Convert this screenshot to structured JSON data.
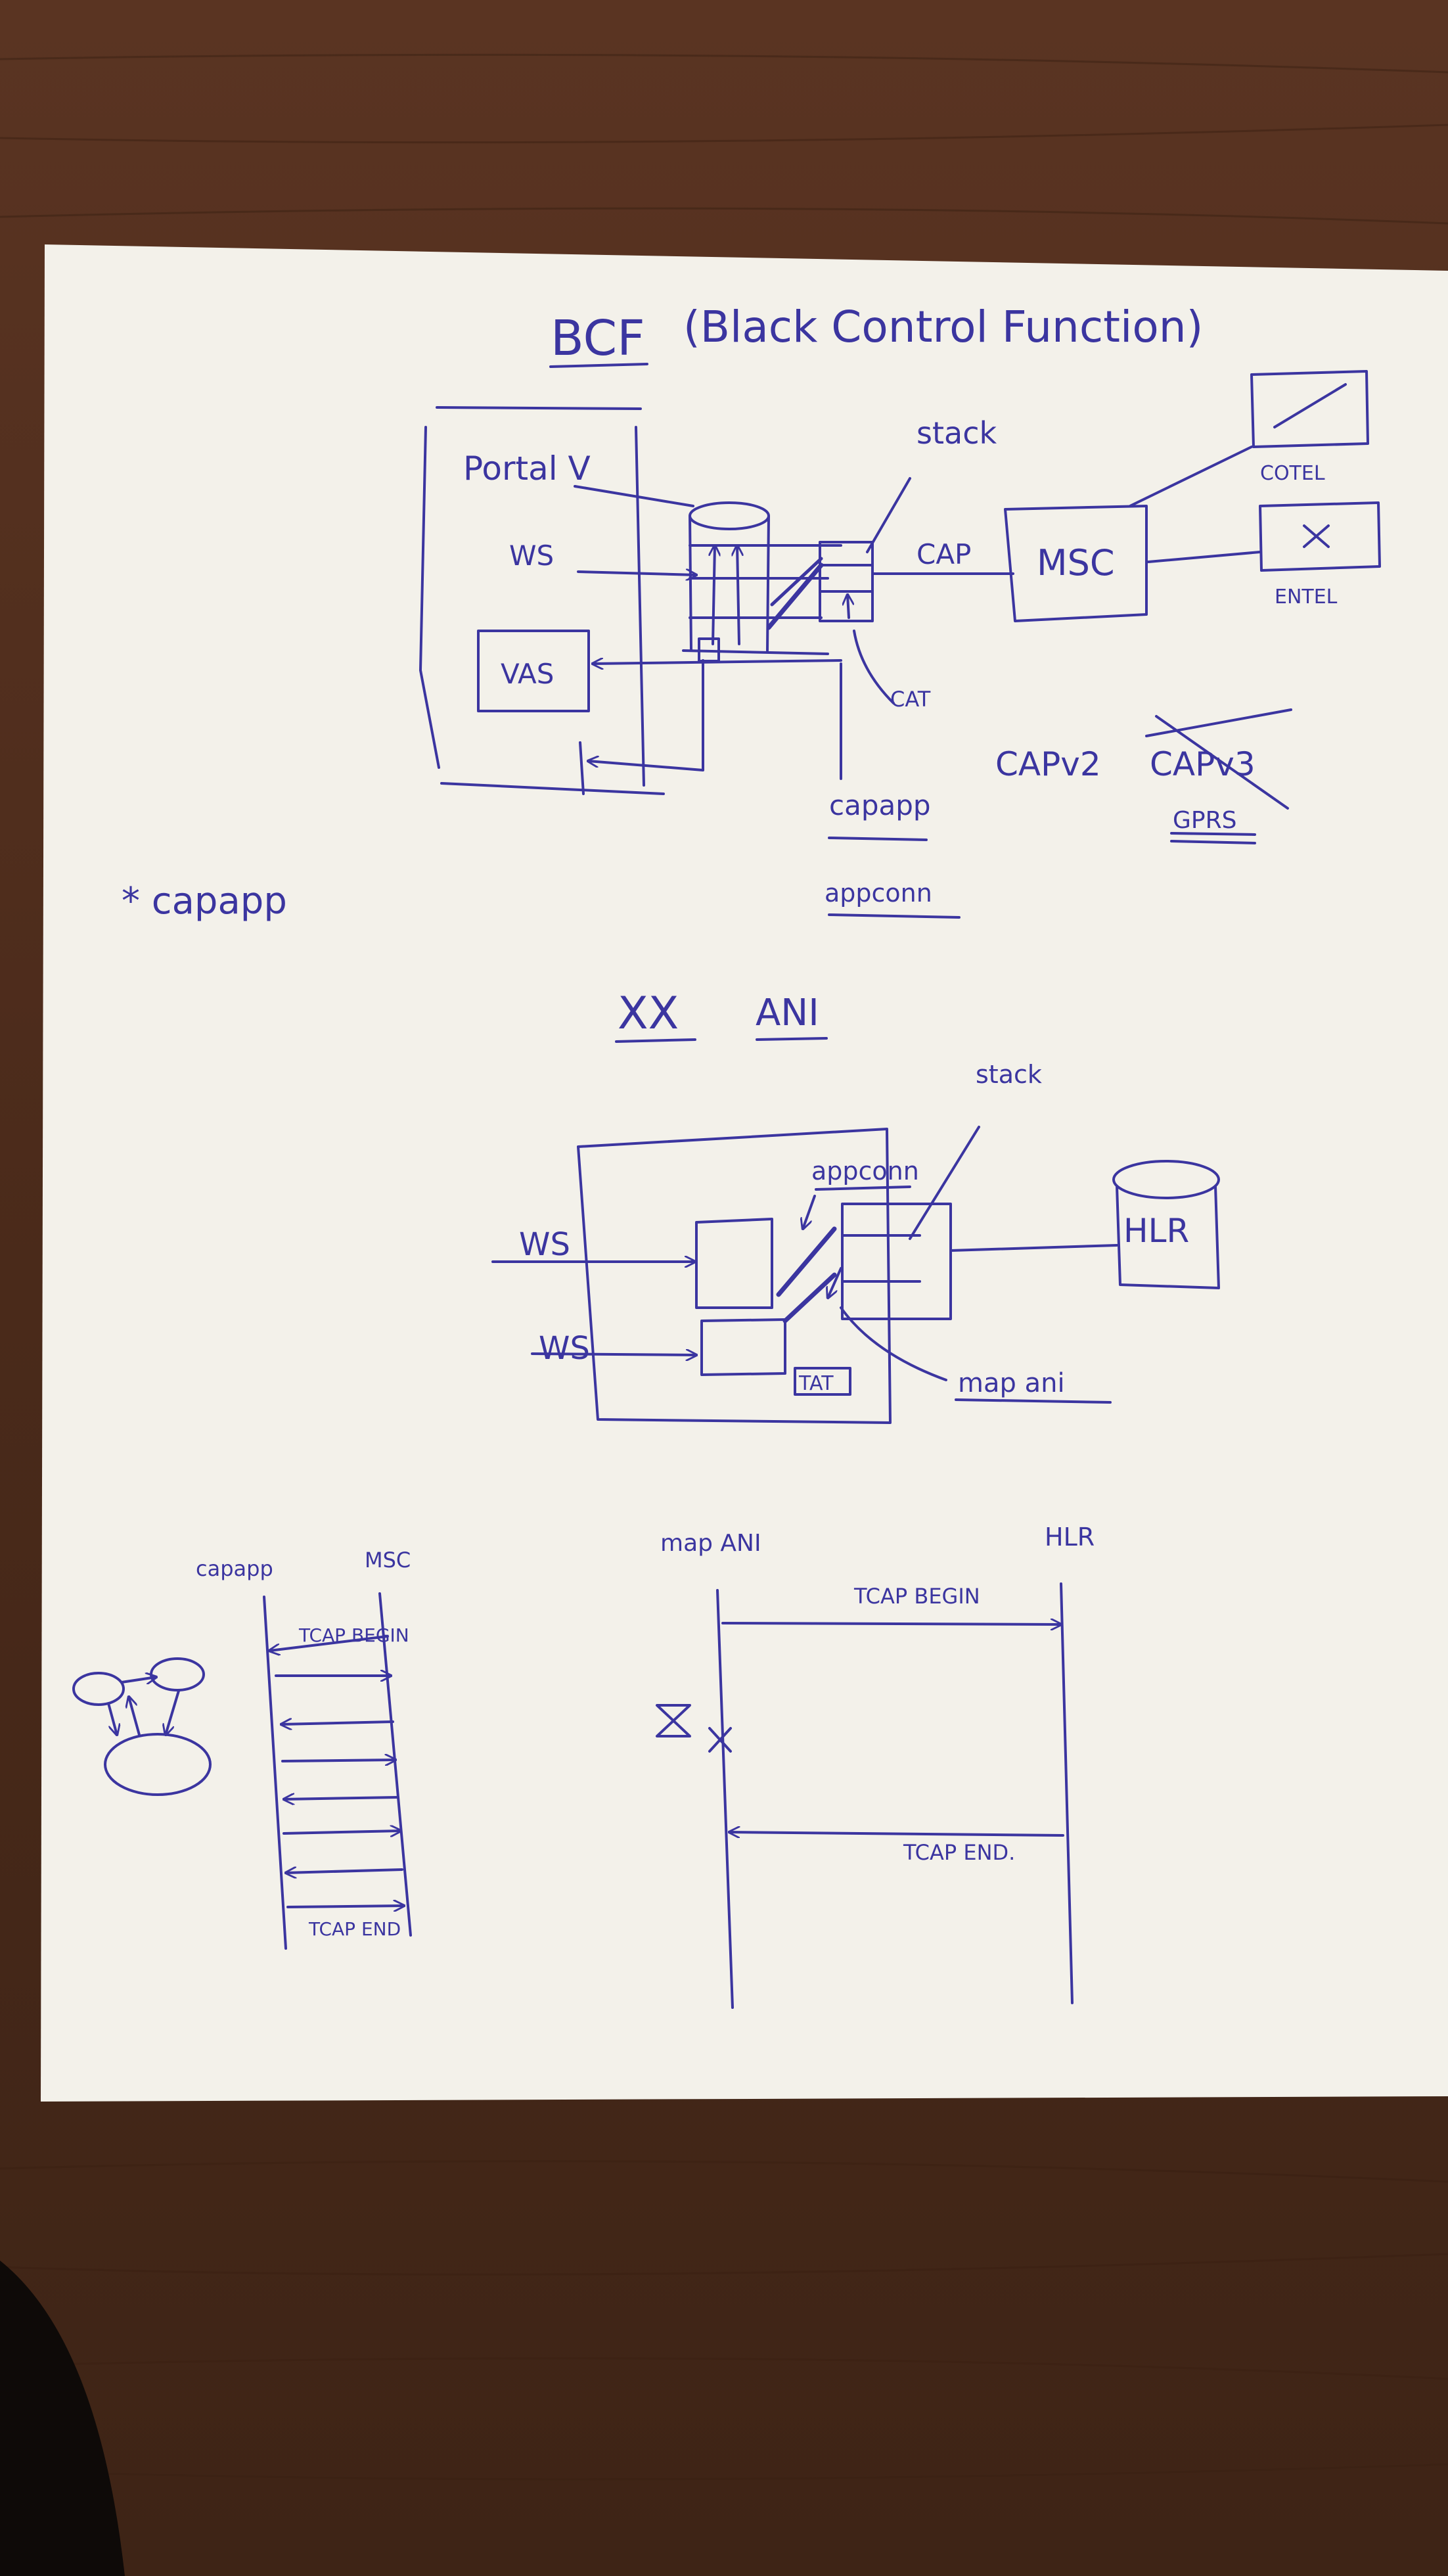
{
  "colors": {
    "desk": "#4a2a1a",
    "desk_grain": "#3a1f12",
    "paper": "#f3f1ea",
    "ink": "#3b35a0"
  },
  "section1": {
    "title": "BCF",
    "title_rest": "(Black Control Function)",
    "portal": "Portal V",
    "ws": "WS",
    "vas": "VAS",
    "stack": "stack",
    "cap": "CAP",
    "msc": "MSC",
    "coltel": "COTEL",
    "entel": "ENTEL",
    "cat": "CAT",
    "capv2": "CAPv2",
    "capv3": "CAPv3",
    "gprs": "GPRS",
    "capapp": "capapp",
    "appconn": "appconn",
    "note": "* capapp"
  },
  "section2": {
    "title_xx": "XX",
    "title_ani": "ANI",
    "stack": "stack",
    "appconn": "appconn",
    "ws1": "WS",
    "ws2": "WS",
    "hlr": "HLR",
    "tat": "TAT",
    "mapani": "map ani"
  },
  "section3": {
    "left_a": "capapp",
    "left_b": "MSC",
    "tcap_begin_left": "TCAP BEGIN",
    "tcap_end_left": "TCAP END",
    "right_a": "map ANI",
    "right_b": "HLR",
    "tcap_begin": "TCAP BEGIN",
    "tcap_end": "TCAP END."
  }
}
